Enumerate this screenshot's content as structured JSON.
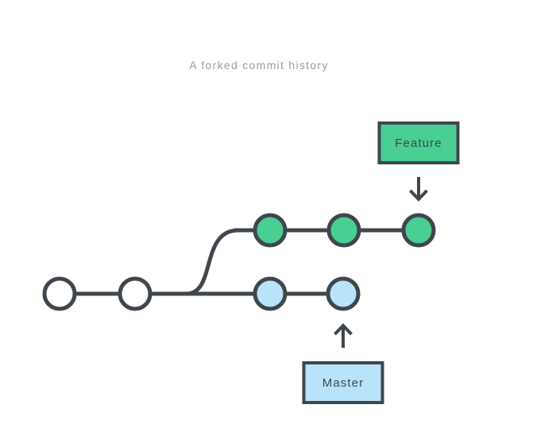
{
  "title": "A forked commit history",
  "colors": {
    "feature_green": "#49CE94",
    "master_blue": "#B8E3FB",
    "commit_white": "#FFFFFF",
    "outline_dark": "#3F464C",
    "title_gray": "#9B9B9B",
    "background": "#FFFFFF"
  },
  "branch_labels": {
    "feature": "Feature",
    "master": "Master"
  },
  "diagram": {
    "type": "git-commit-graph",
    "description": "Two shared trunk commits fork into two parallel branches",
    "trunk_commits": 2,
    "branches": [
      {
        "label": "Feature",
        "commits": 3,
        "color": "#49CE94",
        "row": "top"
      },
      {
        "label": "Master",
        "commits": 2,
        "color": "#B8E3FB",
        "row": "bottom"
      }
    ]
  }
}
